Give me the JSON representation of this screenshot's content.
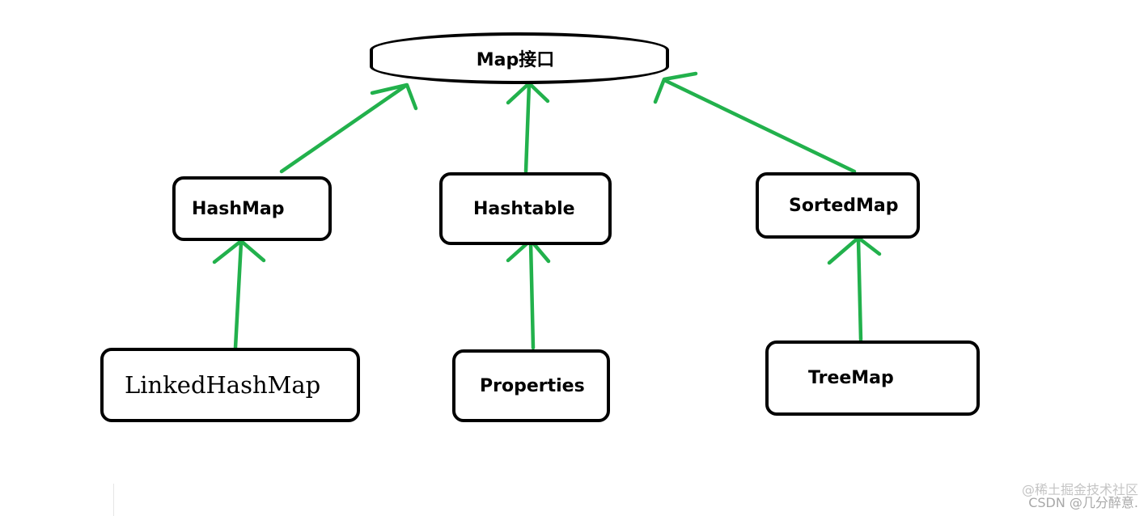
{
  "nodes": {
    "map_interface": "Map接口",
    "hashmap": "HashMap",
    "hashtable": "Hashtable",
    "sortedmap": "SortedMap",
    "linkedhashmap": "LinkedHashMap",
    "properties": "Properties",
    "treemap": "TreeMap"
  },
  "edges": [
    {
      "from": "hashmap",
      "to": "map_interface"
    },
    {
      "from": "hashtable",
      "to": "map_interface"
    },
    {
      "from": "sortedmap",
      "to": "map_interface"
    },
    {
      "from": "linkedhashmap",
      "to": "hashmap"
    },
    {
      "from": "properties",
      "to": "hashtable"
    },
    {
      "from": "treemap",
      "to": "sortedmap"
    }
  ],
  "watermark": {
    "line1": "@稀土掘金技术社区",
    "line2": "CSDN @几分醉意."
  },
  "colors": {
    "arrow": "#22b14c",
    "border": "#000000",
    "watermark": "#a8a8a8"
  }
}
